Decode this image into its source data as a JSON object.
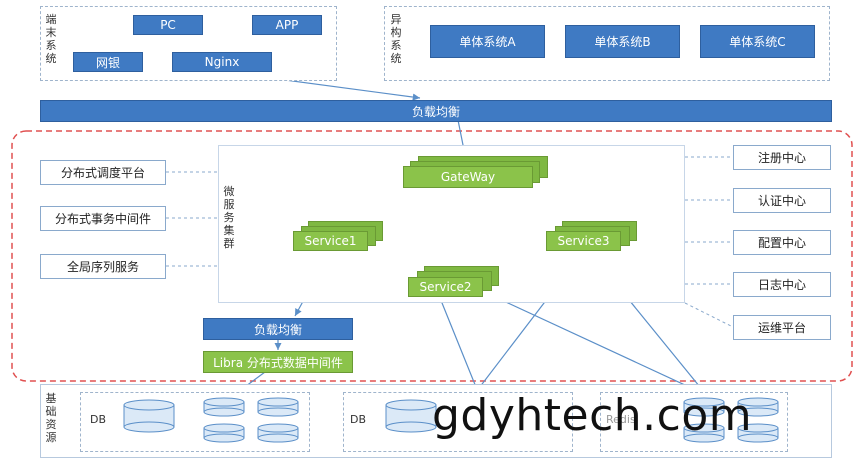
{
  "terminal": {
    "label": "端末系统",
    "pc": "PC",
    "app": "APP",
    "netbank": "网银",
    "nginx": "Nginx"
  },
  "hetero": {
    "label": "异构系统",
    "systems": [
      "单体系统A",
      "单体系统B",
      "单体系统C"
    ]
  },
  "lb_top": "负载均衡",
  "left_panel": [
    "分布式调度平台",
    "分布式事务中间件",
    "全局序列服务"
  ],
  "micro": {
    "label": "微服务集群",
    "gateway": "GateWay",
    "service1": "Service1",
    "service2": "Service2",
    "service3": "Service3"
  },
  "right_panel": [
    "注册中心",
    "认证中心",
    "配置中心",
    "日志中心",
    "运维平台"
  ],
  "lb_bottom": "负载均衡",
  "libra": "Libra 分布式数据中间件",
  "base": {
    "label": "基础资源",
    "db1": "DB",
    "db2": "DB",
    "redis": "Redis"
  },
  "watermark": "gdyhtech.com",
  "colors": {
    "blue": "#3f7ac3",
    "green": "#8bc34a",
    "red_dash": "#e05050",
    "arrow": "#6e9cd0"
  }
}
